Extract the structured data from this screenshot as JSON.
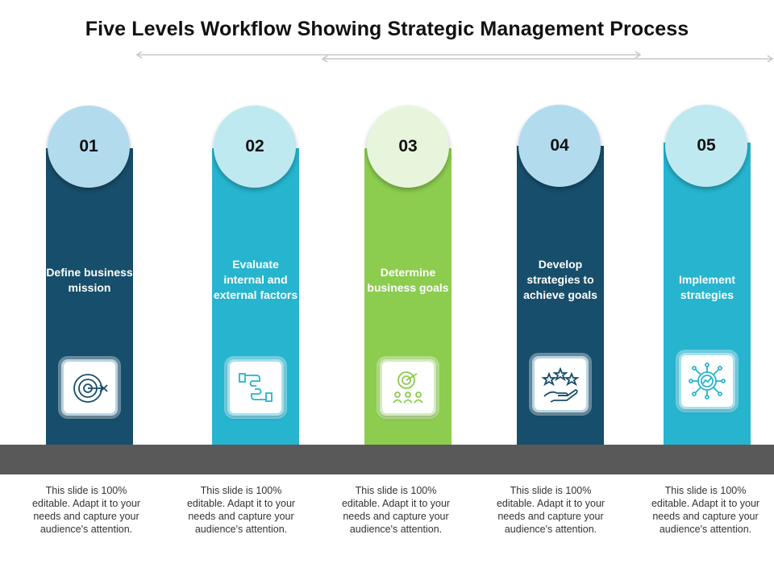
{
  "title": "Five Levels Workflow Showing Strategic Management Process",
  "colors": {
    "dark_blue": "#174e6b",
    "teal": "#26b4cf",
    "green": "#8ccc4e",
    "band": "#595959",
    "circle_light_blue": "#b3dbee",
    "circle_light_teal": "#bfe9f1",
    "circle_light_green": "#e8f5dd"
  },
  "steps": [
    {
      "number": "01",
      "label": "Define business mission",
      "icon": "target-icon",
      "description": "This slide is 100% editable. Adapt it to your needs and capture your audience's attention."
    },
    {
      "number": "02",
      "label": "Evaluate internal and external factors",
      "icon": "handshake-puzzle-icon",
      "description": "This slide is 100% editable. Adapt it to your needs and capture your audience's attention."
    },
    {
      "number": "03",
      "label": "Determine business goals",
      "icon": "team-target-icon",
      "description": "This slide is 100% editable. Adapt it to your needs and capture your audience's attention."
    },
    {
      "number": "04",
      "label": "Develop strategies to achieve goals",
      "icon": "hand-stars-icon",
      "description": "This slide is 100% editable. Adapt it to your needs and capture your audience's attention."
    },
    {
      "number": "05",
      "label": "Implement strategies",
      "icon": "gear-network-icon",
      "description": "This slide is 100% editable. Adapt it to your needs and capture your audience's attention."
    }
  ]
}
